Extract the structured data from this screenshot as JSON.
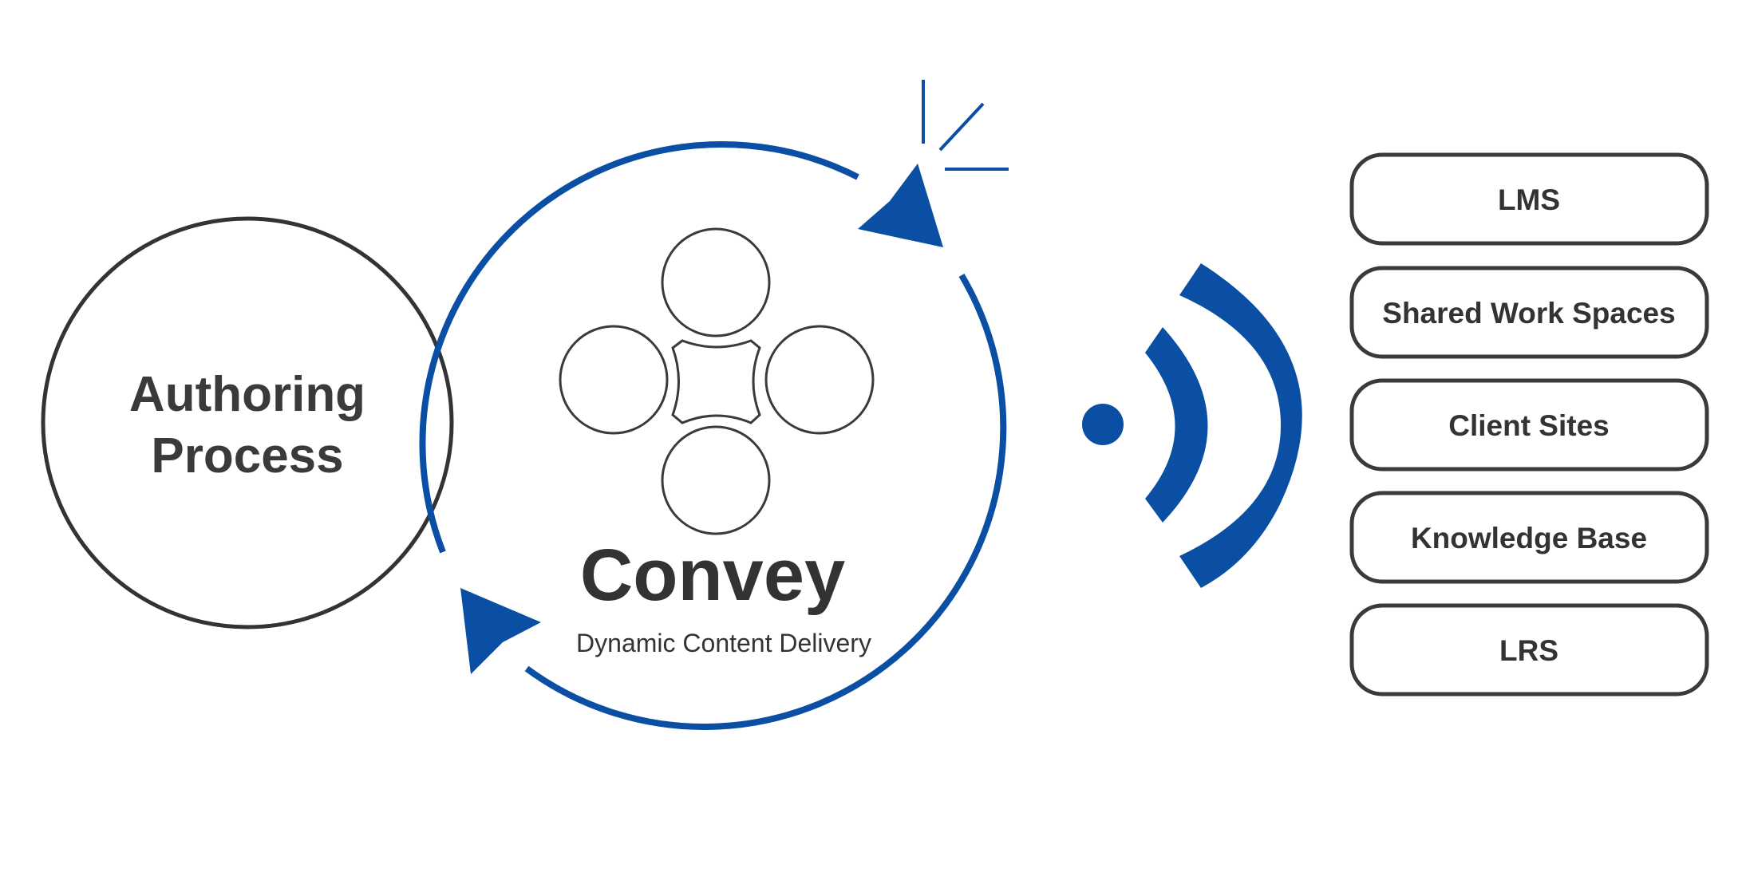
{
  "authoring": {
    "line1": "Authoring",
    "line2": "Process"
  },
  "product": {
    "name": "Convey",
    "tagline": "Dynamic Content Delivery"
  },
  "destinations": [
    {
      "label": "LMS"
    },
    {
      "label": "Shared Work Spaces"
    },
    {
      "label": "Client Sites"
    },
    {
      "label": "Knowledge Base"
    },
    {
      "label": "LRS"
    }
  ],
  "colors": {
    "accent": "#0a4fa3",
    "outline": "#3a3a3a",
    "text": "#333333"
  },
  "icons": {
    "cycle": "cycle-arrows-icon",
    "logo": "convey-logo-icon",
    "broadcast": "broadcast-signal-icon",
    "spark": "spark-lines-icon"
  }
}
